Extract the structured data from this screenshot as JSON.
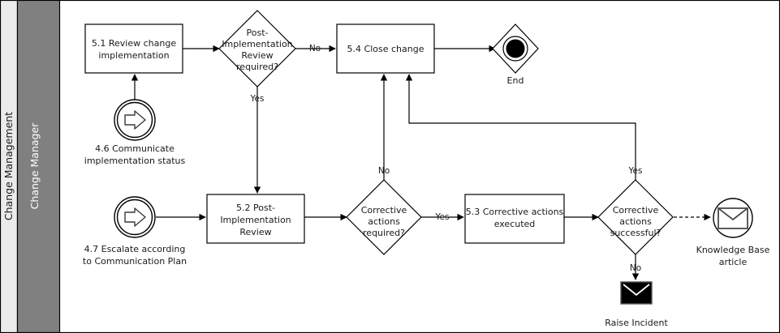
{
  "diagram": {
    "type": "bpmn-process-diagram",
    "pool": {
      "label": "Change Management",
      "header_color": "#ebebeb",
      "text_color": "#1a1a1a"
    },
    "lanes": [
      {
        "label": "Change Manager",
        "header_color": "#808080",
        "text_color": "#ffffff"
      }
    ],
    "canvas_color": "#ffffff",
    "border_color": "#000000",
    "nodes": [
      {
        "id": "task-5-1",
        "kind": "task",
        "label": "5.1 Review change implementation"
      },
      {
        "id": "gw-pir",
        "kind": "exclusive-gateway",
        "label": "Post-Implementation Review required?"
      },
      {
        "id": "task-5-4",
        "kind": "task",
        "label": "5.4 Close change"
      },
      {
        "id": "end-event",
        "kind": "terminate-end-event",
        "label": "End"
      },
      {
        "id": "link-4-6",
        "kind": "link-intermediate-event",
        "label": "4.6 Communicate implementation status"
      },
      {
        "id": "link-4-7",
        "kind": "link-intermediate-event",
        "label": "4.7 Escalate according to Communication Plan"
      },
      {
        "id": "task-5-2",
        "kind": "task",
        "label": "5.2 Post-Implementation Review"
      },
      {
        "id": "gw-corr-req",
        "kind": "exclusive-gateway",
        "label": "Corrective actions required?"
      },
      {
        "id": "task-5-3",
        "kind": "task",
        "label": "5.3 Corrective actions executed"
      },
      {
        "id": "gw-corr-ok",
        "kind": "exclusive-gateway",
        "label": "Corrective actions successful?"
      },
      {
        "id": "kb-article",
        "kind": "message-end-event",
        "label": "Knowledge Base article"
      },
      {
        "id": "raise-inc",
        "kind": "message-throw",
        "label": "Raise Incident"
      }
    ],
    "node_labels": {
      "task_5_1_line1": "5.1 Review change",
      "task_5_1_line2": "implementation",
      "gw_pir_line1": "Post-",
      "gw_pir_line2": "Implementation",
      "gw_pir_line3": "Review",
      "gw_pir_line4": "required?",
      "task_5_4": "5.4 Close change",
      "end_event": "End",
      "link_4_6_line1": "4.6 Communicate",
      "link_4_6_line2": "implementation status",
      "link_4_7_line1": "4.7 Escalate according",
      "link_4_7_line2": "to Communication Plan",
      "task_5_2_line1": "5.2 Post-",
      "task_5_2_line2": "Implementation",
      "task_5_2_line3": "Review",
      "gw_corr_req_line1": "Corrective",
      "gw_corr_req_line2": "actions",
      "gw_corr_req_line3": "required?",
      "task_5_3_line1": "5.3 Corrective actions",
      "task_5_3_line2": "executed",
      "gw_corr_ok_line1": "Corrective",
      "gw_corr_ok_line2": "actions",
      "gw_corr_ok_line3": "successful?",
      "kb_line1": "Knowledge Base",
      "kb_line2": "article",
      "raise_incident": "Raise Incident"
    },
    "flow_labels": {
      "pir_no": "No",
      "pir_yes": "Yes",
      "corr_req_no": "No",
      "corr_req_yes": "Yes",
      "corr_ok_yes": "Yes",
      "corr_ok_no": "No"
    },
    "edges": [
      {
        "from": "task-5-1",
        "to": "gw-pir",
        "label": ""
      },
      {
        "from": "gw-pir",
        "to": "task-5-4",
        "label": "No"
      },
      {
        "from": "gw-pir",
        "to": "task-5-2",
        "label": "Yes"
      },
      {
        "from": "task-5-4",
        "to": "end-event",
        "label": ""
      },
      {
        "from": "link-4-6",
        "to": "task-5-1",
        "label": ""
      },
      {
        "from": "link-4-7",
        "to": "task-5-2",
        "label": ""
      },
      {
        "from": "task-5-2",
        "to": "gw-corr-req",
        "label": ""
      },
      {
        "from": "gw-corr-req",
        "to": "task-5-4",
        "label": "No"
      },
      {
        "from": "gw-corr-req",
        "to": "task-5-3",
        "label": "Yes"
      },
      {
        "from": "task-5-3",
        "to": "gw-corr-ok",
        "label": ""
      },
      {
        "from": "gw-corr-ok",
        "to": "task-5-4",
        "label": "Yes"
      },
      {
        "from": "gw-corr-ok",
        "to": "raise-inc",
        "label": "No"
      },
      {
        "from": "gw-corr-ok",
        "to": "kb-article",
        "label": "",
        "style": "association-dashed"
      }
    ]
  }
}
